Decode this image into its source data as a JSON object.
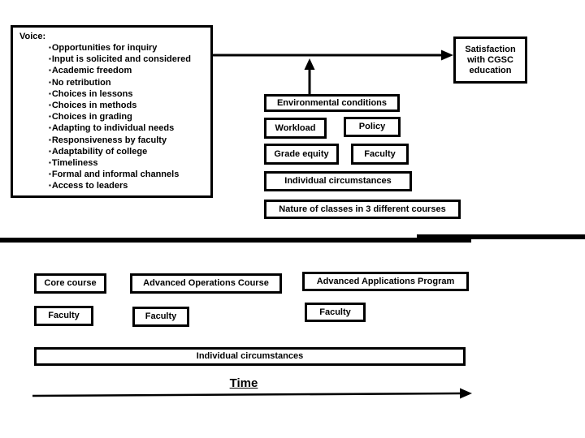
{
  "canvas": {
    "background": "#ffffff",
    "foreground": "#000000"
  },
  "voice_panel": {
    "title": "Voice:",
    "bullet": "▪",
    "items": [
      "Opportunities for inquiry",
      "Input is solicited and considered",
      "Academic freedom",
      "No retribution",
      "Choices in lessons",
      "Choices in methods",
      "Choices in grading",
      "Adapting to individual needs",
      "Responsiveness by faculty",
      "Adaptability of college",
      "Timeliness",
      "Formal and informal channels",
      "Access to leaders"
    ]
  },
  "satisfaction_box": {
    "label": "Satisfaction with CGSC education"
  },
  "conditions_section": {
    "environmental": "Environmental conditions",
    "workload": "Workload",
    "policy": "Policy",
    "grade_equity": "Grade equity",
    "faculty": "Faculty",
    "individual_circumstances": "Individual circumstances",
    "nature_of_classes": "Nature of classes in 3 different courses"
  },
  "timeline_section": {
    "core_course": "Core course",
    "advanced_operations": "Advanced Operations Course",
    "advanced_applications": "Advanced Applications Program",
    "faculty_core": "Faculty",
    "faculty_operations": "Faculty",
    "faculty_applications": "Faculty",
    "individual_circumstances": "Individual circumstances",
    "time_label": "Time"
  }
}
